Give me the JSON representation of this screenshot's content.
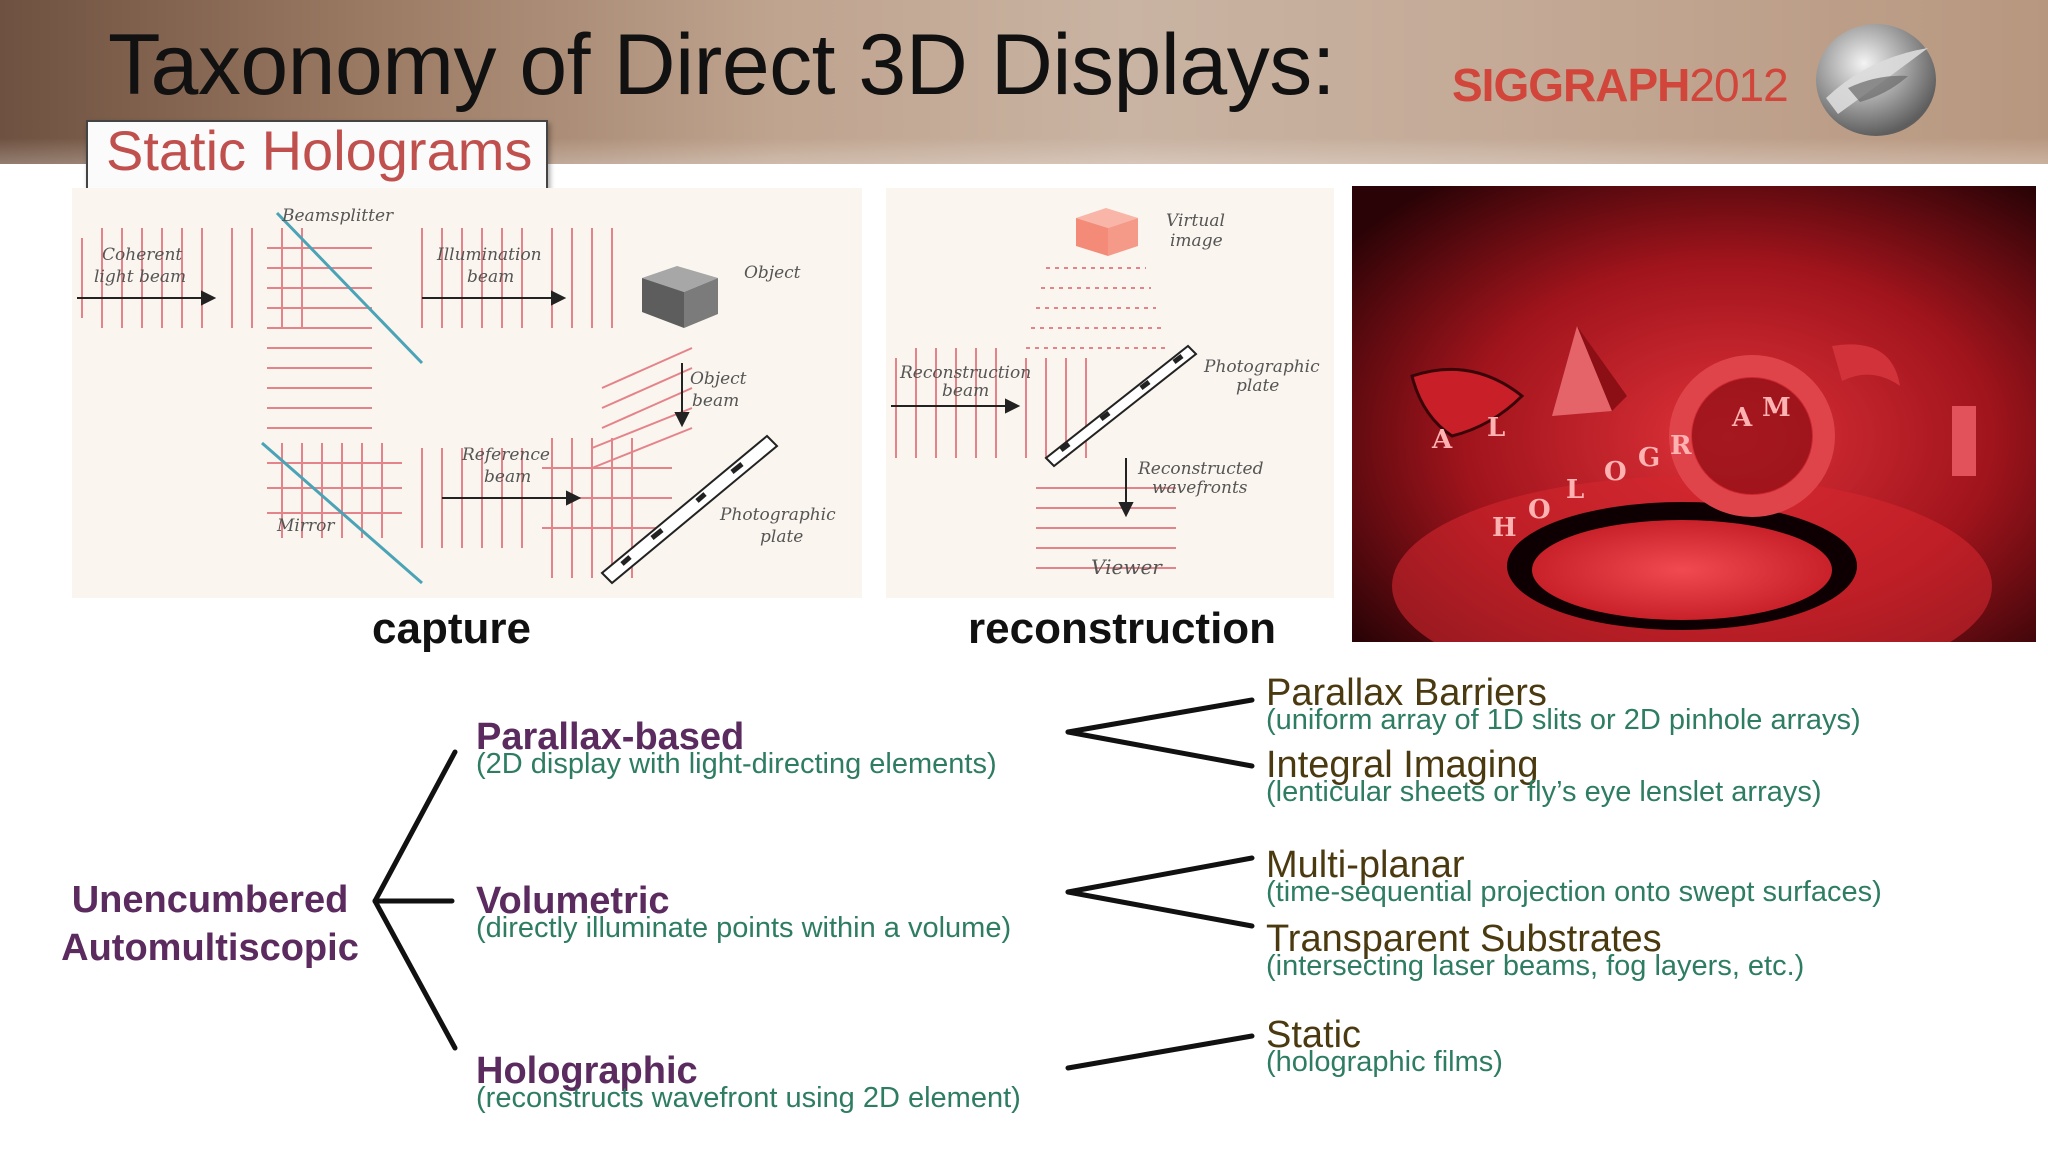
{
  "header": {
    "title": "Taxonomy of Direct 3D Displays:",
    "subtitle": "Static Holograms",
    "logo_word": "SIGGRAPH",
    "logo_year": "2012"
  },
  "colors": {
    "accent_red": "#c0504d",
    "node_purple": "#5b2a5e",
    "desc_green": "#2e7d62",
    "leaf_brown": "#4b3a10"
  },
  "figures": {
    "capture": {
      "caption": "capture",
      "labels": {
        "beamsplitter": "Beamsplitter",
        "coherent1": "Coherent",
        "coherent2": "light beam",
        "illum1": "Illumination",
        "illum2": "beam",
        "object": "Object",
        "objbeam1": "Object",
        "objbeam2": "beam",
        "ref1": "Reference",
        "ref2": "beam",
        "mirror": "Mirror",
        "plate1": "Photographic",
        "plate2": "plate"
      }
    },
    "reconstruction": {
      "caption": "reconstruction",
      "labels": {
        "virtual1": "Virtual",
        "virtual2": "image",
        "recbeam1": "Reconstruction",
        "recbeam2": "beam",
        "plate1": "Photographic",
        "plate2": "plate",
        "wave1": "Reconstructed",
        "wave2": "wavefronts",
        "viewer": "Viewer"
      }
    },
    "photo": {
      "letters": [
        "A",
        "L",
        "H",
        "O",
        "L",
        "O",
        "G",
        "R",
        "A",
        "M"
      ]
    }
  },
  "taxonomy": {
    "root_line1": "Unencumbered",
    "root_line2": "Automultiscopic",
    "branches": [
      {
        "title": "Parallax-based",
        "desc": "(2D display with light-directing elements)",
        "leaves": [
          {
            "title": "Parallax Barriers",
            "desc": "(uniform array of 1D slits or 2D pinhole arrays)"
          },
          {
            "title": "Integral Imaging",
            "desc": "(lenticular sheets or fly’s eye lenslet arrays)"
          }
        ]
      },
      {
        "title": "Volumetric",
        "desc": "(directly illuminate points within a volume)",
        "leaves": [
          {
            "title": "Multi-planar",
            "desc": "(time-sequential projection onto swept surfaces)"
          },
          {
            "title": "Transparent Substrates",
            "desc": "(intersecting laser beams, fog layers, etc.)"
          }
        ]
      },
      {
        "title": "Holographic",
        "desc": "(reconstructs wavefront using 2D element)",
        "leaves": [
          {
            "title": "Static",
            "desc": "(holographic films)"
          }
        ]
      }
    ]
  }
}
